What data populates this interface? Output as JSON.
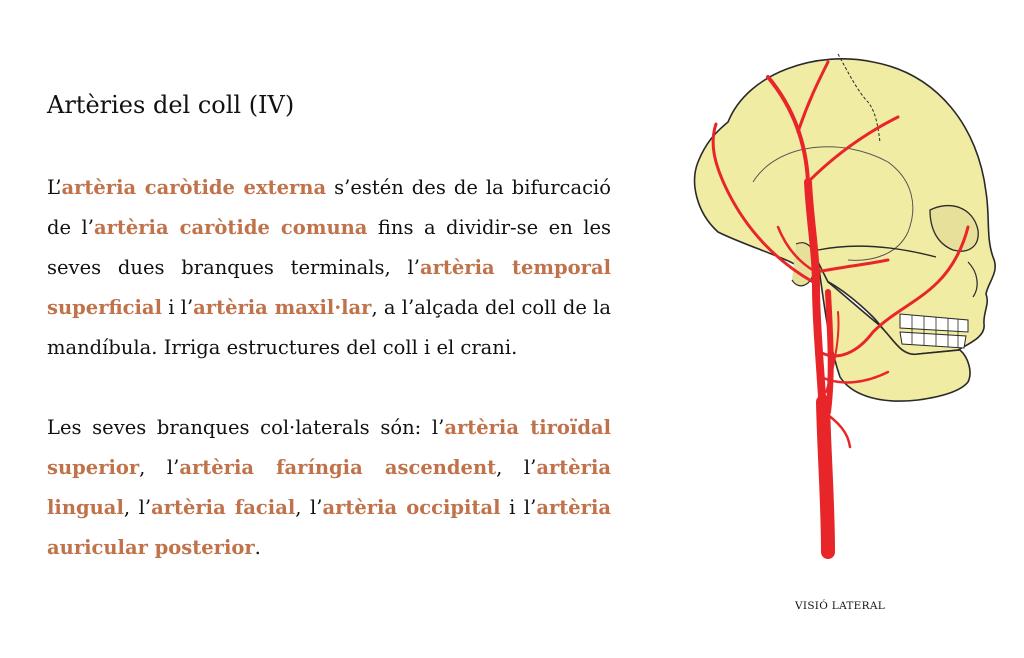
{
  "title": "Artèries del coll (IV)",
  "p1": {
    "t1": "L’",
    "l1": "artèria caròtide externa",
    "t2": " s’estén des de la bifurcació de l’",
    "l2": "artèria caròtide comuna",
    "t3": " fins a dividir-se en les seves dues branques terminals, l’",
    "l3": "artèria temporal superficial",
    "t4": " i l’",
    "l4": "artèria maxil·lar",
    "t5": ", a l’alçada del coll de la mandíbula. Irriga estructures del coll i el crani."
  },
  "p2": {
    "t1": "Les seves branques col·laterals són: l’",
    "l1": "artèria tiroïdal superior",
    "t2": ", l’",
    "l2": "artèria faríngia ascendent",
    "t3": ", l’",
    "l3": "artèria lingual",
    "t4": ", l’",
    "l4": "artèria facial",
    "t5": ", l’",
    "l5": "artèria occipital",
    "t6": " i l’",
    "l6": "artèria auricular posterior",
    "t7": "."
  },
  "caption": "VISIÓ LATERAL",
  "colors": {
    "highlight": "#c0734a",
    "artery": "#e8262a",
    "bone": "#f1eca4",
    "outline": "#2a2a2a"
  }
}
